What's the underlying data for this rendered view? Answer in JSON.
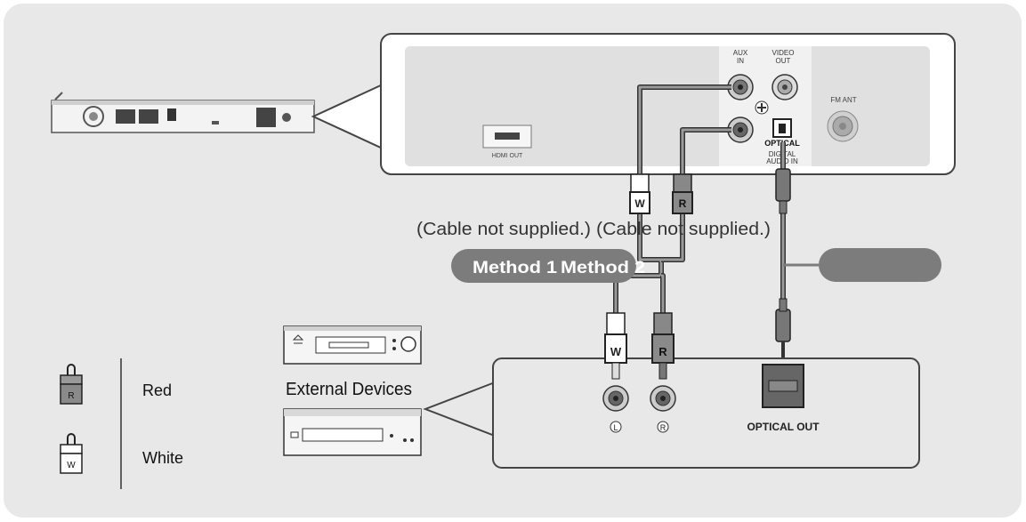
{
  "unit_panel": {
    "aux_in_label": "AUX\nIN",
    "video_out_label": "VIDEO\nOUT",
    "fm_ant_label": "FM ANT",
    "hdmi_out_label": "HDMI OUT",
    "optical_label": "OPTICAL",
    "digital_audio_in_label": "DIGITAL\nAUDIO IN",
    "plug_w": "W",
    "plug_r": "R"
  },
  "cable_note_1": "(Cable not supplied.)",
  "cable_note_2": "(Cable not supplied.)",
  "method_1": "Method 1",
  "method_2": "Method 2",
  "external_devices": "External Devices",
  "external_panel": {
    "left_jack": "L",
    "right_jack": "R",
    "optical_out": "OPTICAL OUT",
    "plug_w": "W",
    "plug_r": "R"
  },
  "legend": {
    "red_badge": "R",
    "white_badge": "W",
    "red": "Red",
    "white": "White"
  },
  "colors": {
    "background": "#e8e8e8",
    "pill": "#7c7c7c",
    "cable": "#555555"
  }
}
